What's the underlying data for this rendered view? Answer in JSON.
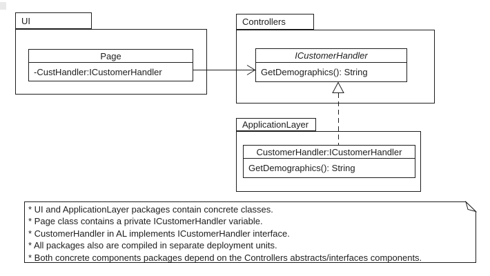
{
  "packages": {
    "ui": {
      "label": "UI",
      "classes": [
        {
          "name": "Page",
          "members": [
            "-CustHandler:ICustomerHandler"
          ]
        }
      ]
    },
    "controllers": {
      "label": "Controllers",
      "classes": [
        {
          "name": "ICustomerHandler",
          "rendered_italic_interface": true,
          "members": [
            "GetDemographics(): String"
          ]
        }
      ]
    },
    "application_layer": {
      "label": "ApplicationLayer",
      "classes": [
        {
          "name": "CustomerHandler:ICustomerHandler",
          "members": [
            "GetDemographics(): String"
          ]
        }
      ]
    }
  },
  "relationships": [
    {
      "type": "association",
      "from": "Page",
      "to": "ICustomerHandler",
      "line_style": "solid",
      "arrowhead": "open"
    },
    {
      "type": "realization",
      "from": "CustomerHandler:ICustomerHandler",
      "to": "ICustomerHandler",
      "line_style": "dashed",
      "arrowhead": "hollow-triangle"
    }
  ],
  "note": {
    "lines": [
      "* UI and ApplicationLayer packages contain concrete classes.",
      "* Page class contains a private ICustomerHandler variable.",
      "* CustomerHandler in AL implements ICustomerHandler interface.",
      "* All packages also are compiled in separate deployment units.",
      "* Both concrete components packages depend on the Controllers abstracts/interfaces components."
    ]
  },
  "colors": {
    "line": "#1c1c1c",
    "background": "#ffffff"
  }
}
